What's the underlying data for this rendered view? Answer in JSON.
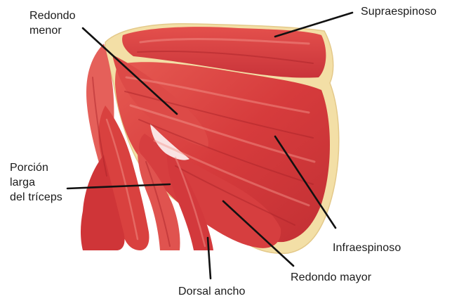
{
  "labels": {
    "redondo_menor": "Redondo\nmenor",
    "supraespinoso": "Supraespinoso",
    "porcion_larga_triceps": "Porción\nlarga\ndel tríceps",
    "infraespinoso": "Infraespinoso",
    "dorsal_ancho": "Dorsal ancho",
    "redondo_mayor": "Redondo mayor"
  },
  "colors": {
    "muscle": "#d94040",
    "muscle_dark": "#b52a2e",
    "muscle_light": "#ee7a6f",
    "bone": "#f3dfa6",
    "bone_edge": "#e4c98a",
    "leader_line": "#111111",
    "text": "#1a1a1a"
  }
}
